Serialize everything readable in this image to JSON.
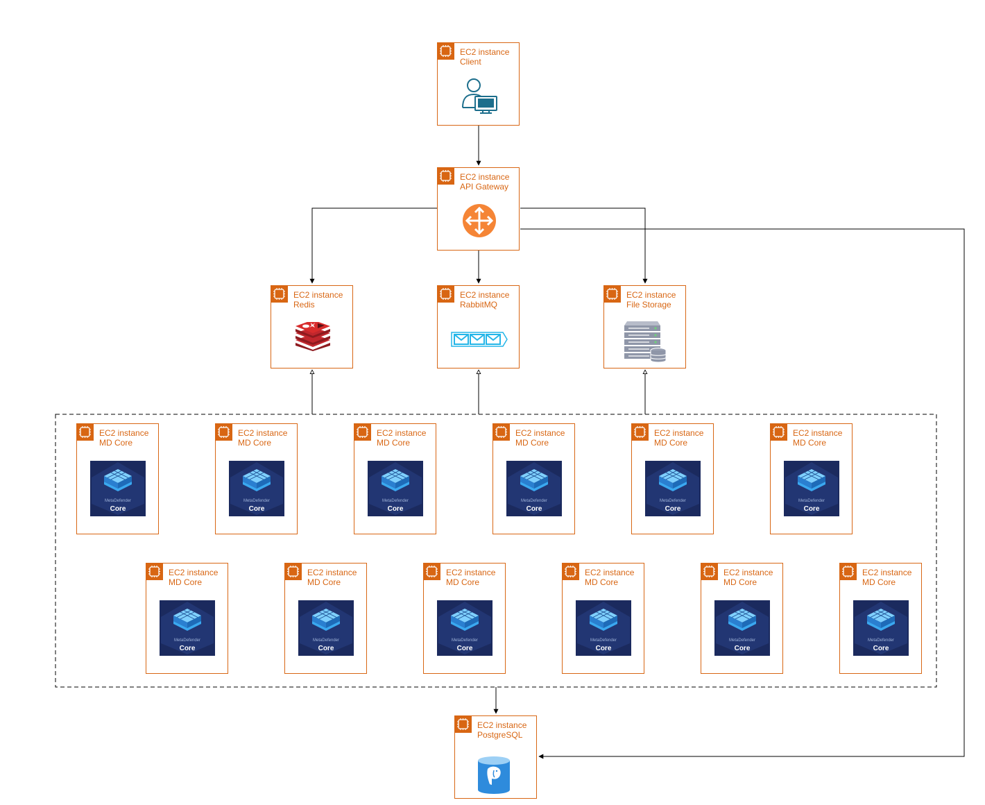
{
  "colors": {
    "border": "#D86613",
    "edge": "#000000",
    "md_bg": "#1B2A5E",
    "md_cube": "#3AA8F0",
    "rabbit": "#23B5E8",
    "redis": "#C1272D",
    "pg": "#2E8BDC",
    "router": "#F58536",
    "client": "#1C6E8C",
    "storage": "#8F96A8"
  },
  "nodes": {
    "client": {
      "label": "EC2 instance",
      "name": "Client",
      "icon": "user-computer-icon"
    },
    "gateway": {
      "label": "EC2 instance",
      "name": "API Gateway",
      "icon": "router-icon"
    },
    "redis": {
      "label": "EC2 instance",
      "name": "Redis",
      "icon": "redis-icon"
    },
    "rabbitmq": {
      "label": "EC2 instance",
      "name": "RabbitMQ",
      "icon": "message-queue-icon"
    },
    "filestorage": {
      "label": "EC2 instance",
      "name": "File Storage",
      "icon": "storage-server-icon"
    },
    "postgres": {
      "label": "EC2 instance",
      "name": "PostgreSQL",
      "icon": "postgres-database-icon"
    }
  },
  "md_cores": [
    {
      "label": "EC2 instance",
      "name": "MD Core",
      "tile_brand": "MetaDefender",
      "tile_product": "Core"
    },
    {
      "label": "EC2 instance",
      "name": "MD Core",
      "tile_brand": "MetaDefender",
      "tile_product": "Core"
    },
    {
      "label": "EC2 instance",
      "name": "MD Core",
      "tile_brand": "MetaDefender",
      "tile_product": "Core"
    },
    {
      "label": "EC2 instance",
      "name": "MD Core",
      "tile_brand": "MetaDefender",
      "tile_product": "Core"
    },
    {
      "label": "EC2 instance",
      "name": "MD Core",
      "tile_brand": "MetaDefender",
      "tile_product": "Core"
    },
    {
      "label": "EC2 instance",
      "name": "MD Core",
      "tile_brand": "MetaDefender",
      "tile_product": "Core"
    },
    {
      "label": "EC2 instance",
      "name": "MD Core",
      "tile_brand": "MetaDefender",
      "tile_product": "Core"
    },
    {
      "label": "EC2 instance",
      "name": "MD Core",
      "tile_brand": "MetaDefender",
      "tile_product": "Core"
    },
    {
      "label": "EC2 instance",
      "name": "MD Core",
      "tile_brand": "MetaDefender",
      "tile_product": "Core"
    },
    {
      "label": "EC2 instance",
      "name": "MD Core",
      "tile_brand": "MetaDefender",
      "tile_product": "Core"
    },
    {
      "label": "EC2 instance",
      "name": "MD Core",
      "tile_brand": "MetaDefender",
      "tile_product": "Core"
    },
    {
      "label": "EC2 instance",
      "name": "MD Core",
      "tile_brand": "MetaDefender",
      "tile_product": "Core"
    }
  ],
  "edges": [
    {
      "from": "client",
      "to": "gateway",
      "style": "solid"
    },
    {
      "from": "gateway",
      "to": "redis",
      "style": "solid"
    },
    {
      "from": "gateway",
      "to": "rabbitmq",
      "style": "solid"
    },
    {
      "from": "gateway",
      "to": "filestorage",
      "style": "solid"
    },
    {
      "from": "gateway",
      "to": "postgres",
      "style": "solid"
    },
    {
      "from": "md_group",
      "to": "redis",
      "style": "solid"
    },
    {
      "from": "md_group",
      "to": "rabbitmq",
      "style": "solid"
    },
    {
      "from": "md_group",
      "to": "filestorage",
      "style": "solid"
    },
    {
      "from": "md_group",
      "to": "postgres",
      "style": "solid"
    }
  ]
}
